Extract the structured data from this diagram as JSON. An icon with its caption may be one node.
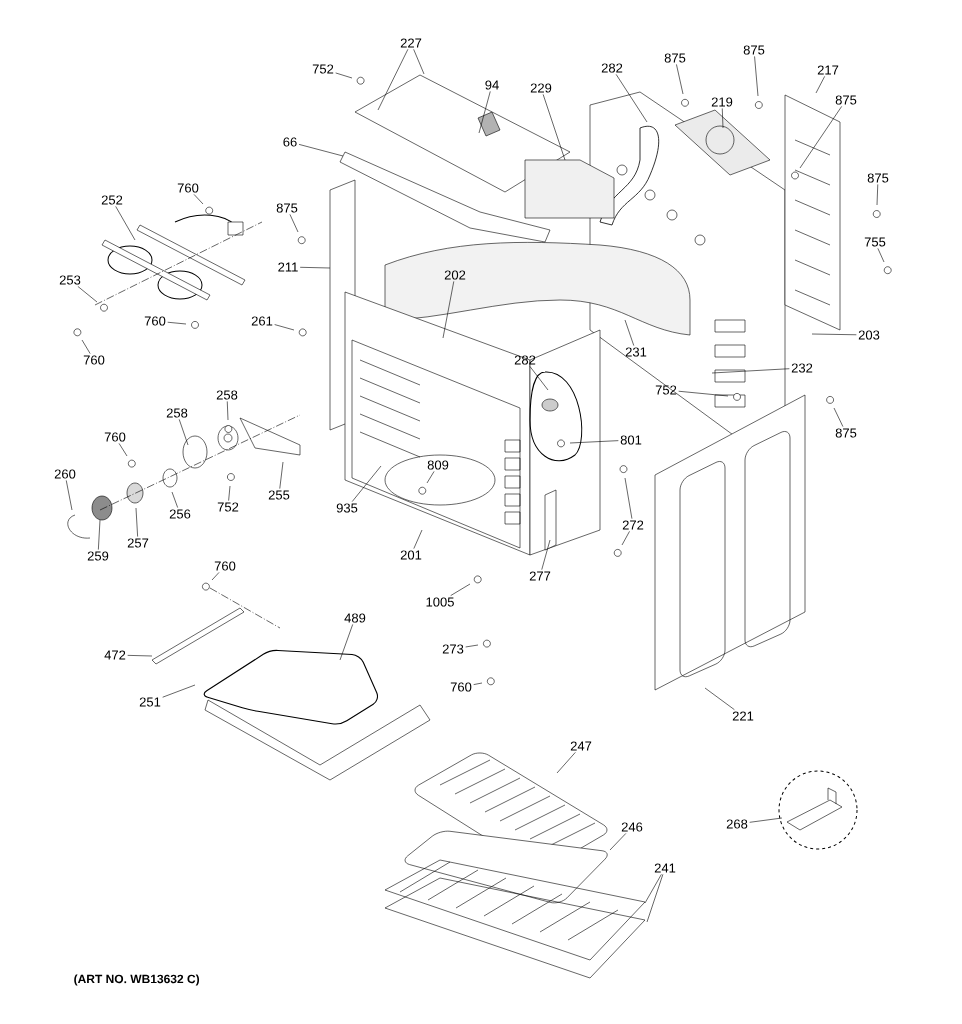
{
  "diagram": {
    "nodes": [
      {
        "text": [
          "227"
        ]
      },
      {
        "text": [
          "752"
        ]
      },
      {
        "text": [
          "94"
        ]
      },
      {
        "text": [
          "229"
        ]
      },
      {
        "text": [
          "282"
        ]
      },
      {
        "text": [
          "875"
        ]
      },
      {
        "text": [
          "875"
        ]
      },
      {
        "text": [
          "217"
        ]
      },
      {
        "text": [
          "219"
        ]
      },
      {
        "text": [
          "875"
        ]
      },
      {
        "text": [
          "66"
        ]
      },
      {
        "text": [
          "760"
        ]
      },
      {
        "text": [
          "252"
        ]
      },
      {
        "text": [
          "875"
        ]
      },
      {
        "text": [
          "875"
        ]
      },
      {
        "text": [
          "211"
        ]
      },
      {
        "text": [
          "755"
        ]
      },
      {
        "text": [
          "202"
        ]
      },
      {
        "text": [
          "253"
        ]
      },
      {
        "text": [
          "760"
        ]
      },
      {
        "text": [
          "261"
        ]
      },
      {
        "text": [
          "231"
        ]
      },
      {
        "text": [
          "203"
        ]
      },
      {
        "text": [
          "760"
        ]
      },
      {
        "text": [
          "282"
        ]
      },
      {
        "text": [
          "232"
        ]
      },
      {
        "text": [
          "752"
        ]
      },
      {
        "text": [
          "258"
        ]
      },
      {
        "text": [
          "258"
        ]
      },
      {
        "text": [
          "875"
        ]
      },
      {
        "text": [
          "760"
        ]
      },
      {
        "text": [
          "801"
        ]
      },
      {
        "text": [
          "809"
        ]
      },
      {
        "text": [
          "260"
        ]
      },
      {
        "text": [
          "255"
        ]
      },
      {
        "text": [
          "256"
        ]
      },
      {
        "text": [
          "752"
        ]
      },
      {
        "text": [
          "935"
        ]
      },
      {
        "text": [
          "259"
        ]
      },
      {
        "text": [
          "257"
        ]
      },
      {
        "text": [
          "201"
        ]
      },
      {
        "text": [
          "272"
        ]
      },
      {
        "text": [
          "277"
        ]
      },
      {
        "text": [
          "760"
        ]
      },
      {
        "text": [
          "1005"
        ]
      },
      {
        "text": [
          "489"
        ]
      },
      {
        "text": [
          "472"
        ]
      },
      {
        "text": [
          "273"
        ]
      },
      {
        "text": [
          "760"
        ]
      },
      {
        "text": [
          "251"
        ]
      },
      {
        "text": [
          "221"
        ]
      },
      {
        "text": [
          "247"
        ]
      },
      {
        "text": [
          "246"
        ]
      },
      {
        "text": [
          "241"
        ]
      },
      {
        "text": [
          "268"
        ]
      }
    ],
    "edges": [
      {
        "from": 0,
        "to": null,
        "arrow": "none"
      },
      {
        "from": 0,
        "to": null,
        "arrow": "none"
      },
      {
        "from": 1,
        "to": null,
        "arrow": "none"
      },
      {
        "from": 2,
        "to": null,
        "arrow": "none"
      },
      {
        "from": 3,
        "to": null,
        "arrow": "none"
      },
      {
        "from": 4,
        "to": null,
        "arrow": "none"
      },
      {
        "from": 5,
        "to": null,
        "arrow": "none"
      },
      {
        "from": 6,
        "to": null,
        "arrow": "none"
      },
      {
        "from": 7,
        "to": null,
        "arrow": "none"
      },
      {
        "from": 8,
        "to": null,
        "arrow": "none"
      },
      {
        "from": 9,
        "to": null,
        "arrow": "none"
      },
      {
        "from": 10,
        "to": null,
        "arrow": "none"
      },
      {
        "from": 11,
        "to": null,
        "arrow": "none"
      },
      {
        "from": 12,
        "to": null,
        "arrow": "none"
      },
      {
        "from": 13,
        "to": null,
        "arrow": "none"
      },
      {
        "from": 14,
        "to": null,
        "arrow": "none"
      },
      {
        "from": 15,
        "to": null,
        "arrow": "none"
      },
      {
        "from": 16,
        "to": null,
        "arrow": "none"
      },
      {
        "from": 17,
        "to": null,
        "arrow": "none"
      },
      {
        "from": 18,
        "to": null,
        "arrow": "none"
      },
      {
        "from": 19,
        "to": null,
        "arrow": "none"
      },
      {
        "from": 20,
        "to": null,
        "arrow": "none"
      },
      {
        "from": 21,
        "to": null,
        "arrow": "none"
      },
      {
        "from": 22,
        "to": null,
        "arrow": "none"
      },
      {
        "from": 23,
        "to": null,
        "arrow": "none"
      },
      {
        "from": 24,
        "to": null,
        "arrow": "none"
      },
      {
        "from": 25,
        "to": null,
        "arrow": "none"
      },
      {
        "from": 26,
        "to": null,
        "arrow": "none"
      },
      {
        "from": 27,
        "to": null,
        "arrow": "none"
      },
      {
        "from": 28,
        "to": null,
        "arrow": "none"
      },
      {
        "from": 29,
        "to": null,
        "arrow": "none"
      },
      {
        "from": 30,
        "to": null,
        "arrow": "none"
      },
      {
        "from": 31,
        "to": null,
        "arrow": "none"
      },
      {
        "from": 32,
        "to": null,
        "arrow": "none"
      },
      {
        "from": 33,
        "to": null,
        "arrow": "none"
      },
      {
        "from": 34,
        "to": null,
        "arrow": "none"
      },
      {
        "from": 35,
        "to": null,
        "arrow": "none"
      },
      {
        "from": 36,
        "to": null,
        "arrow": "none"
      },
      {
        "from": 37,
        "to": null,
        "arrow": "none"
      },
      {
        "from": 38,
        "to": null,
        "arrow": "none"
      },
      {
        "from": 39,
        "to": null,
        "arrow": "none"
      },
      {
        "from": 40,
        "to": null,
        "arrow": "none"
      },
      {
        "from": 41,
        "to": null,
        "arrow": "none"
      },
      {
        "from": 41,
        "to": null,
        "arrow": "none"
      },
      {
        "from": 42,
        "to": null,
        "arrow": "none"
      },
      {
        "from": 43,
        "to": null,
        "arrow": "none"
      },
      {
        "from": 44,
        "to": null,
        "arrow": "none"
      },
      {
        "from": 45,
        "to": null,
        "arrow": "none"
      },
      {
        "from": 46,
        "to": null,
        "arrow": "none"
      },
      {
        "from": 47,
        "to": null,
        "arrow": "none"
      },
      {
        "from": 48,
        "to": null,
        "arrow": "none"
      },
      {
        "from": 49,
        "to": null,
        "arrow": "none"
      },
      {
        "from": 50,
        "to": null,
        "arrow": "none"
      },
      {
        "from": 51,
        "to": null,
        "arrow": "none"
      },
      {
        "from": 52,
        "to": null,
        "arrow": "none"
      },
      {
        "from": 53,
        "to": null,
        "arrow": "none"
      },
      {
        "from": 53,
        "to": null,
        "arrow": "none"
      },
      {
        "from": 54,
        "to": null,
        "arrow": "none"
      }
    ],
    "labels": [
      "(ART NO. WB13632 C)"
    ]
  }
}
